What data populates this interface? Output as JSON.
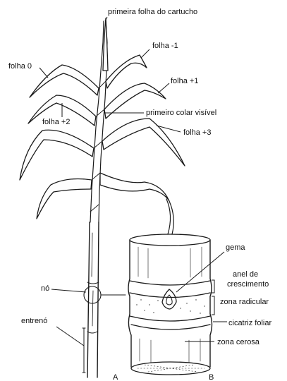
{
  "labels": {
    "spindle_leaf": "primeira folha do cartucho",
    "leaf_minus1": "folha -1",
    "leaf_0": "folha 0",
    "leaf_plus1": "folha +1",
    "leaf_plus2": "folha +2",
    "first_collar": "primeiro colar visível",
    "leaf_plus3": "folha +3",
    "bud": "gema",
    "growth_ring_1": "anel de",
    "growth_ring_2": "crescimento",
    "root_zone": "zona radicular",
    "leaf_scar": "cicatriz foliar",
    "wax_zone": "zona cerosa",
    "node": "nó",
    "internode": "entrenó",
    "panel_a": "A",
    "panel_b": "B"
  }
}
